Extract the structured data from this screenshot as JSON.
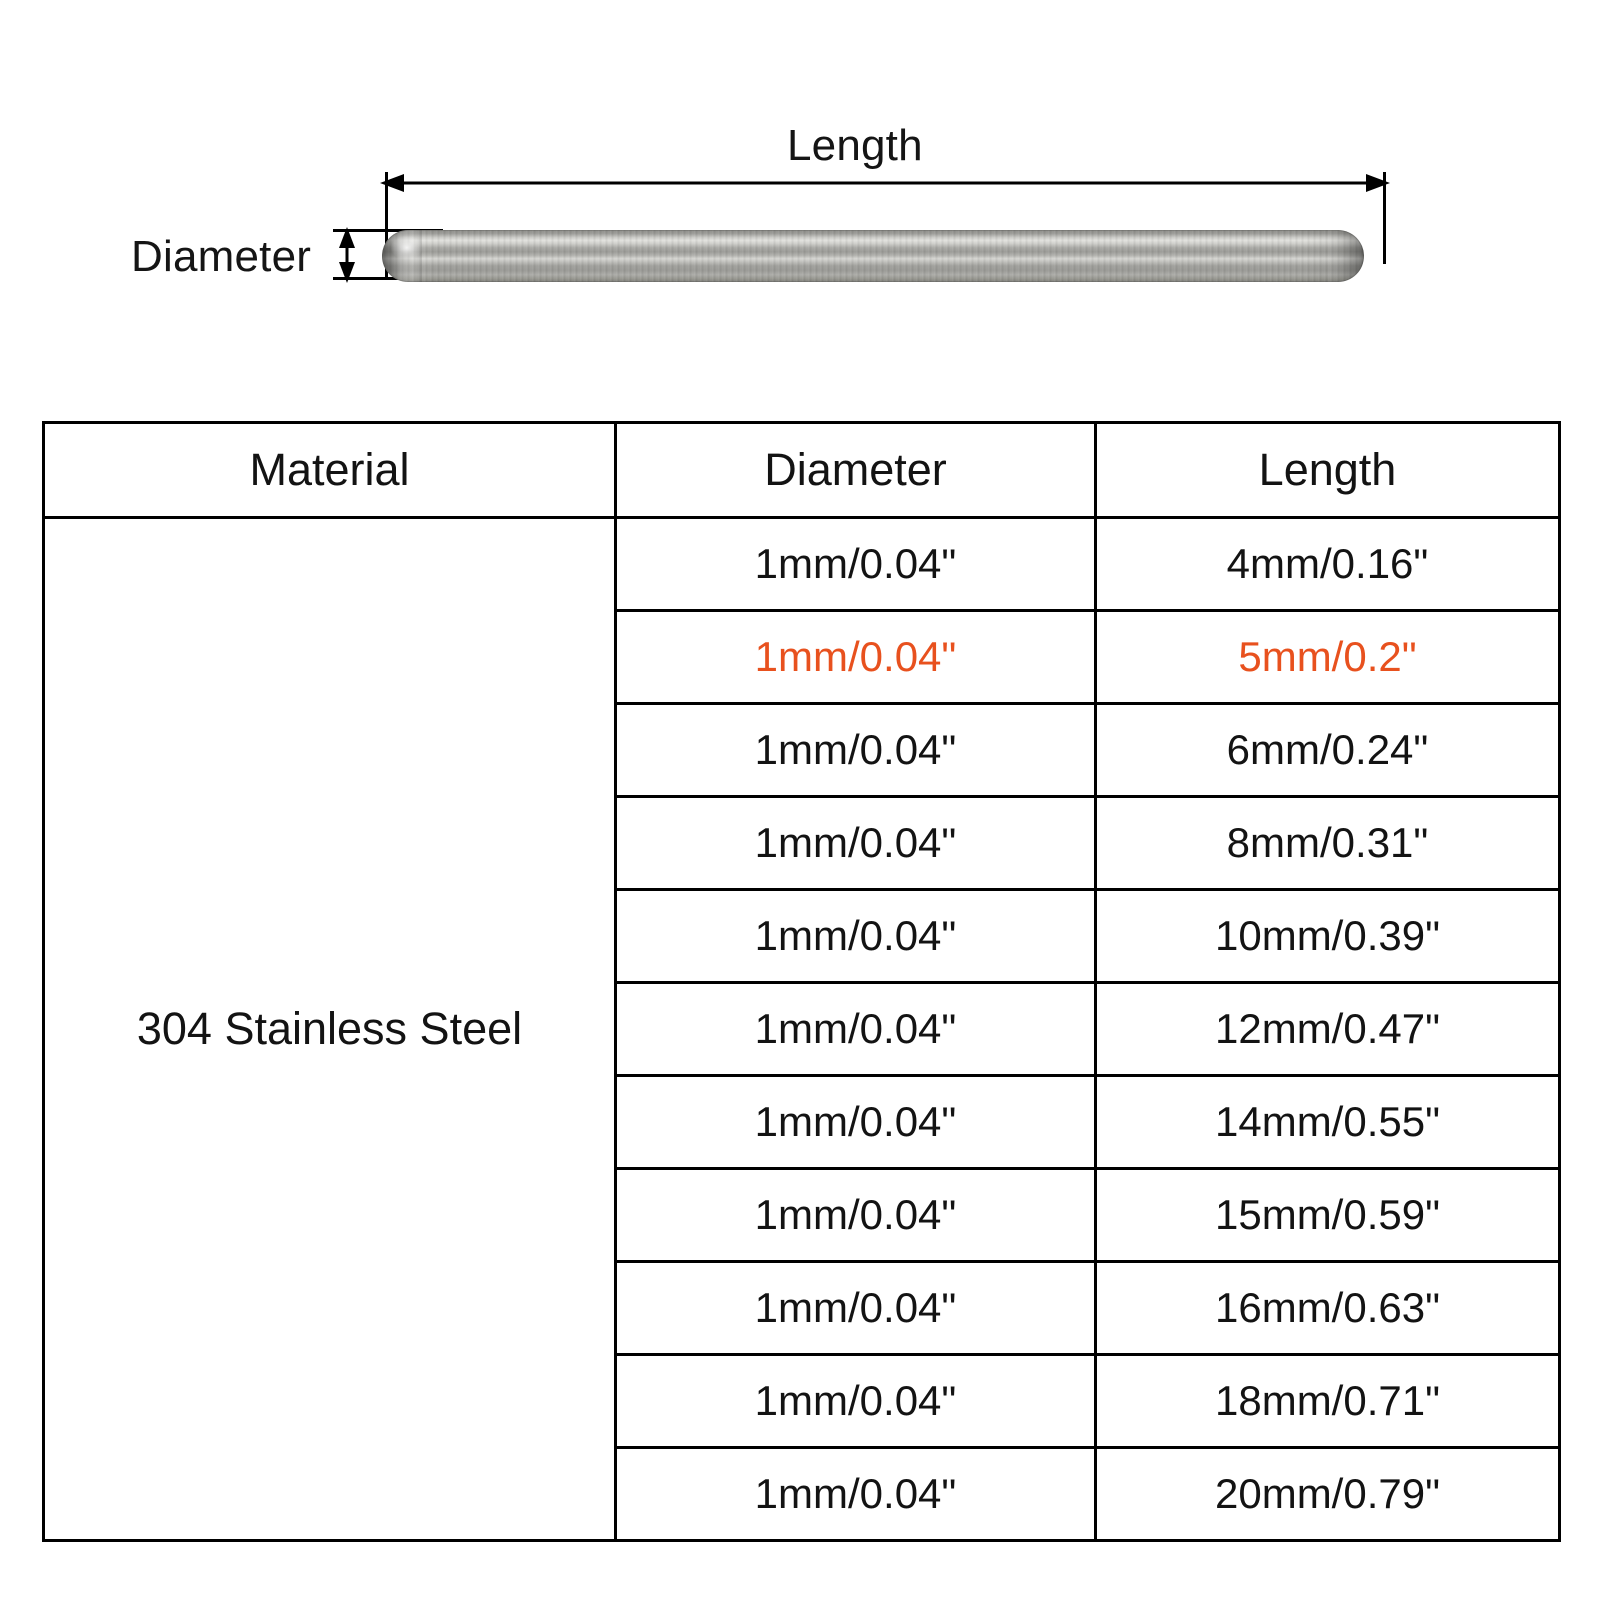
{
  "diagram": {
    "length_label": "Length",
    "diameter_label": "Diameter",
    "product_name": "steel-dowel-pin-rod",
    "rod_color": "#a8a8a4",
    "rod_highlight_color": "#e2e2de",
    "rod_shadow_color": "#7e7e7a",
    "dimension_line_color": "#000000"
  },
  "table": {
    "headers": {
      "material": "Material",
      "diameter": "Diameter",
      "length": "Length"
    },
    "material": "304 Stainless Steel",
    "highlight_color": "#e8511e",
    "border_color": "#000000",
    "rows": [
      {
        "diameter": "1mm/0.04\"",
        "length": "4mm/0.16\"",
        "highlighted": false
      },
      {
        "diameter": "1mm/0.04\"",
        "length": "5mm/0.2\"",
        "highlighted": true
      },
      {
        "diameter": "1mm/0.04\"",
        "length": "6mm/0.24\"",
        "highlighted": false
      },
      {
        "diameter": "1mm/0.04\"",
        "length": "8mm/0.31\"",
        "highlighted": false
      },
      {
        "diameter": "1mm/0.04\"",
        "length": "10mm/0.39\"",
        "highlighted": false
      },
      {
        "diameter": "1mm/0.04\"",
        "length": "12mm/0.47\"",
        "highlighted": false
      },
      {
        "diameter": "1mm/0.04\"",
        "length": "14mm/0.55\"",
        "highlighted": false
      },
      {
        "diameter": "1mm/0.04\"",
        "length": "15mm/0.59\"",
        "highlighted": false
      },
      {
        "diameter": "1mm/0.04\"",
        "length": "16mm/0.63\"",
        "highlighted": false
      },
      {
        "diameter": "1mm/0.04\"",
        "length": "18mm/0.71\"",
        "highlighted": false
      },
      {
        "diameter": "1mm/0.04\"",
        "length": "20mm/0.79\"",
        "highlighted": false
      }
    ]
  }
}
